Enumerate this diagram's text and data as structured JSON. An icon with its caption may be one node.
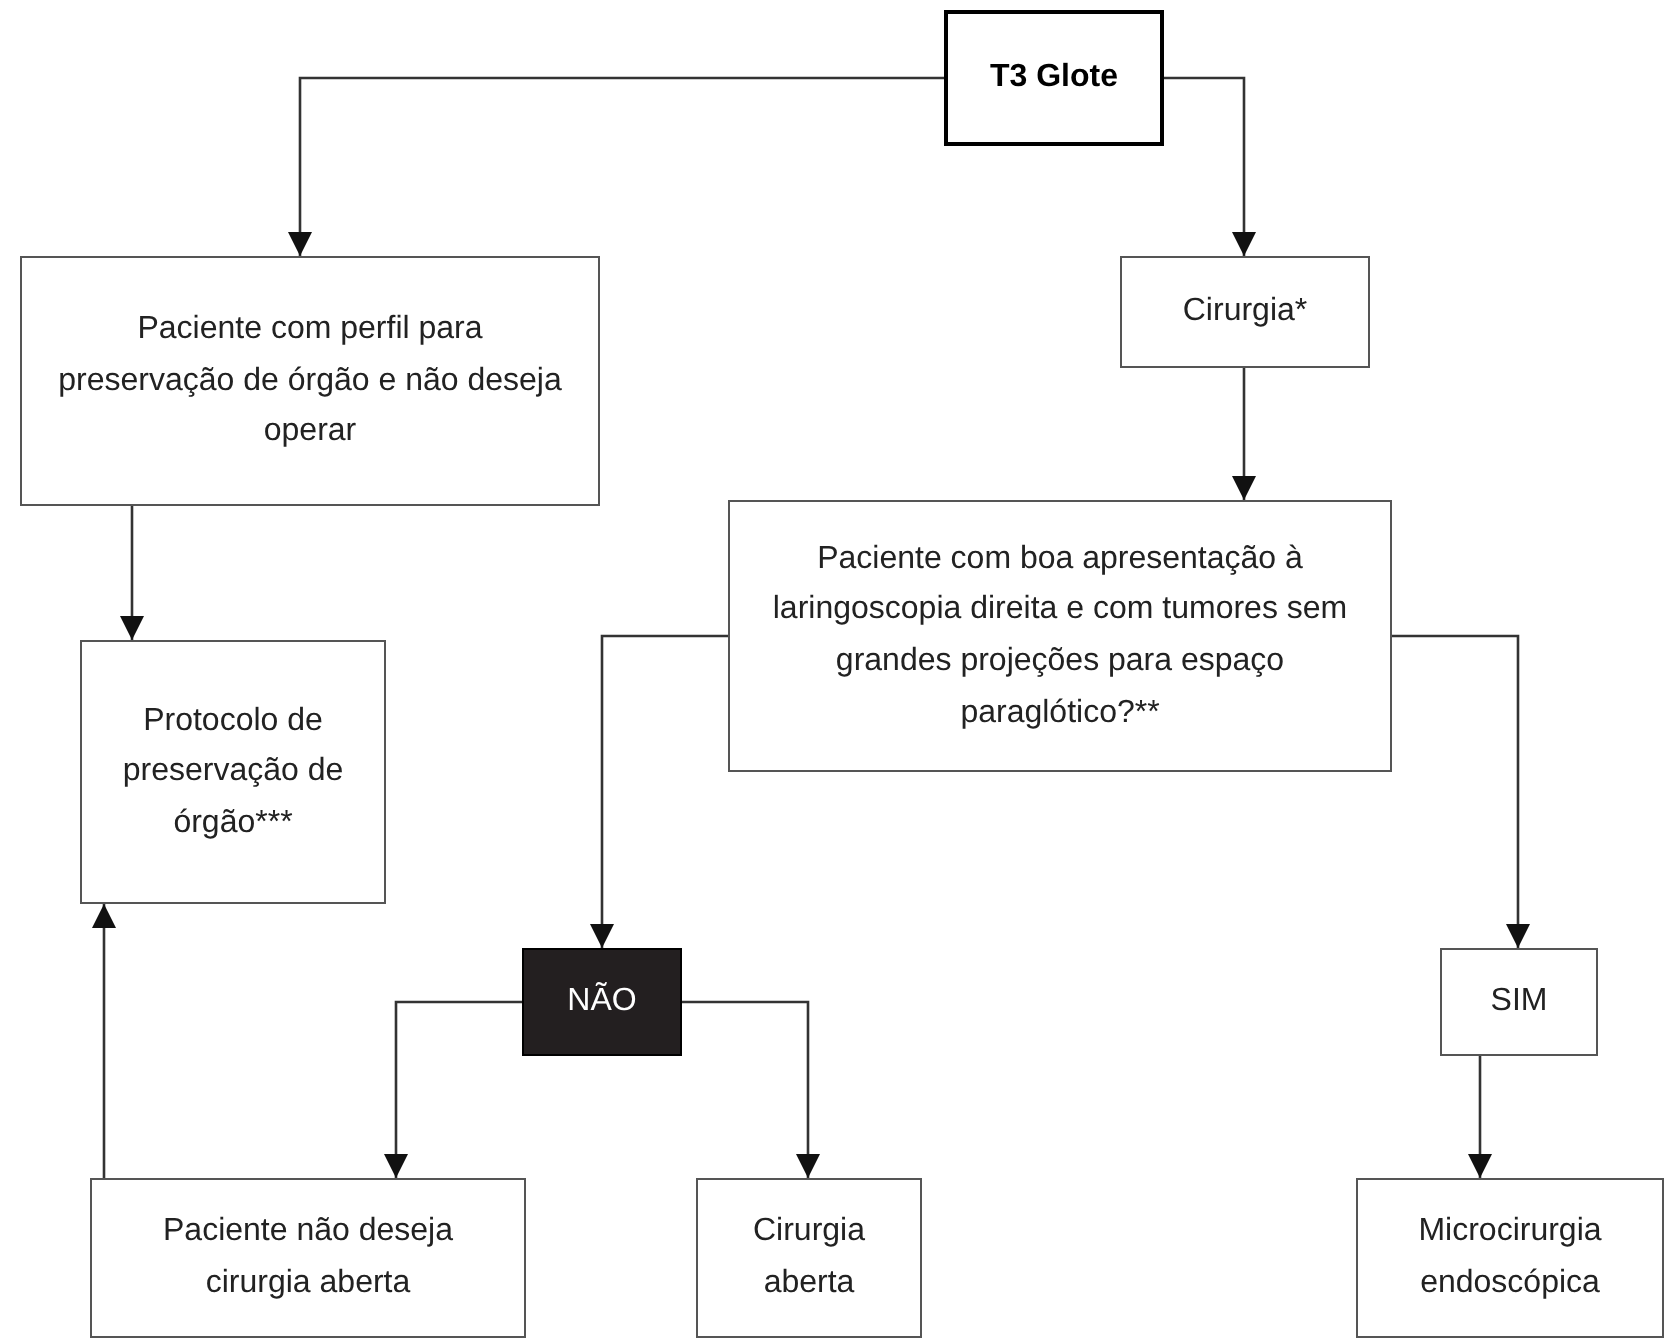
{
  "diagram": {
    "nodes": [
      {
        "text": [
          "T3 Glote"
        ]
      },
      {
        "text": [
          "Paciente com perfil para preservação de órgão e não deseja operar"
        ]
      },
      {
        "text": [
          "Cirurgia*"
        ]
      },
      {
        "text": [
          "Paciente com boa apresentação à laringoscopia direita e com tumores sem grandes projeções para espaço paraglótico?**"
        ]
      },
      {
        "text": [
          "Protocolo de preservação de órgão***"
        ]
      },
      {
        "text": [
          "NÃO"
        ]
      },
      {
        "text": [
          "SIM"
        ]
      },
      {
        "text": [
          "Paciente não deseja cirurgia aberta"
        ]
      },
      {
        "text": [
          "Cirurgia aberta"
        ]
      },
      {
        "text": [
          "Microcirurgia endoscópica"
        ]
      }
    ],
    "edges": [
      {
        "from": 0,
        "to": 1,
        "arrow": "to"
      },
      {
        "from": 0,
        "to": 2,
        "arrow": "to"
      },
      {
        "from": 1,
        "to": 4,
        "arrow": "to"
      },
      {
        "from": 2,
        "to": 3,
        "arrow": "to"
      },
      {
        "from": 3,
        "to": 5,
        "arrow": "to"
      },
      {
        "from": 3,
        "to": 6,
        "arrow": "to"
      },
      {
        "from": 5,
        "to": 7,
        "arrow": "to"
      },
      {
        "from": 5,
        "to": 8,
        "arrow": "to"
      },
      {
        "from": 7,
        "to": 4,
        "arrow": "to"
      },
      {
        "from": 6,
        "to": 9,
        "arrow": "to"
      }
    ]
  }
}
